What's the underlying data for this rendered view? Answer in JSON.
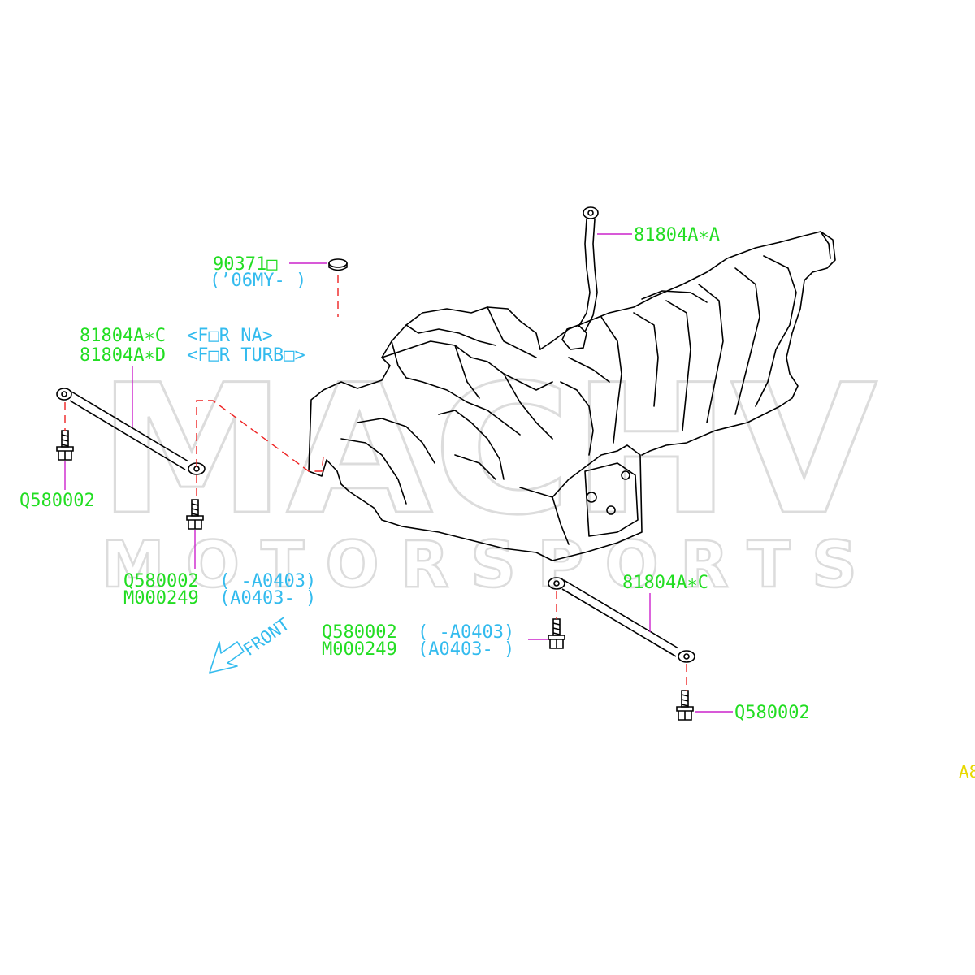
{
  "colors": {
    "part_label": "#22dd22",
    "qualifier": "#33bbee",
    "leader": "#cc22cc",
    "centerline": "#ee2222",
    "outline": "#000000",
    "watermark": "#dcdcdc",
    "front_arrow": "#33bbee",
    "corner_code": "#e8d800"
  },
  "watermark": {
    "line1": "MACHV",
    "line2": "MOTORSPORTS"
  },
  "labels": {
    "cable_top": "81804A∗A",
    "plug_part": "90371□",
    "plug_qualifier": "(’06MY-  )",
    "left_strap_na": "81804A∗C",
    "left_strap_na_q": "<F□R NA>",
    "left_strap_turbo": "81804A∗D",
    "left_strap_turbo_q": "<F□R TURB□>",
    "bolt_left": "Q580002",
    "bolt_mid_1": "Q580002",
    "bolt_mid_1_q": "(  -A0403)",
    "bolt_mid_2": "M000249",
    "bolt_mid_2_q": "(A0403-  )",
    "strap_right": "81804A∗C",
    "bolt_center_1": "Q580002",
    "bolt_center_1_q": "(  -A0403)",
    "bolt_center_2": "M000249",
    "bolt_center_2_q": "(A0403-  )",
    "bolt_right": "Q580002",
    "front": "FRONT",
    "corner_code": "A8"
  },
  "icons": {
    "front_arrow": "front-arrow-icon",
    "bolt": "flange-bolt-icon",
    "plug": "rubber-plug-icon",
    "strap": "ground-strap-icon"
  }
}
